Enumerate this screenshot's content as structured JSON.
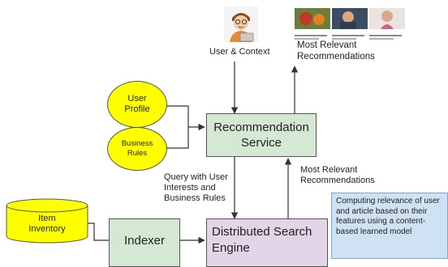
{
  "title": "",
  "user_context_label": "User & Context",
  "most_relevant_top": "Most Relevant\nRecommendations",
  "recommendation_service": "Recommendation\nService",
  "user_profile": "User\nProfile",
  "business_rules": "Business\nRules",
  "query_label": "Query with User\nInterests and\nBusiness Rules",
  "most_relevant_mid": "Most Relevant\nRecommendations",
  "item_inventory": "Item\nInventory",
  "indexer": "Indexer",
  "search_engine": "Distributed Search\nEngine",
  "note": "Computing relevance of user and article based on their features using a content-based learned model",
  "colors": {
    "service_fill": "#d5e8d4",
    "engine_fill": "#e1d5e7",
    "oval_fill": "#ffff00",
    "note_fill": "#cfe2f3"
  },
  "icons": [
    "user-with-laptop-icon",
    "article-thumbnails-icon"
  ]
}
